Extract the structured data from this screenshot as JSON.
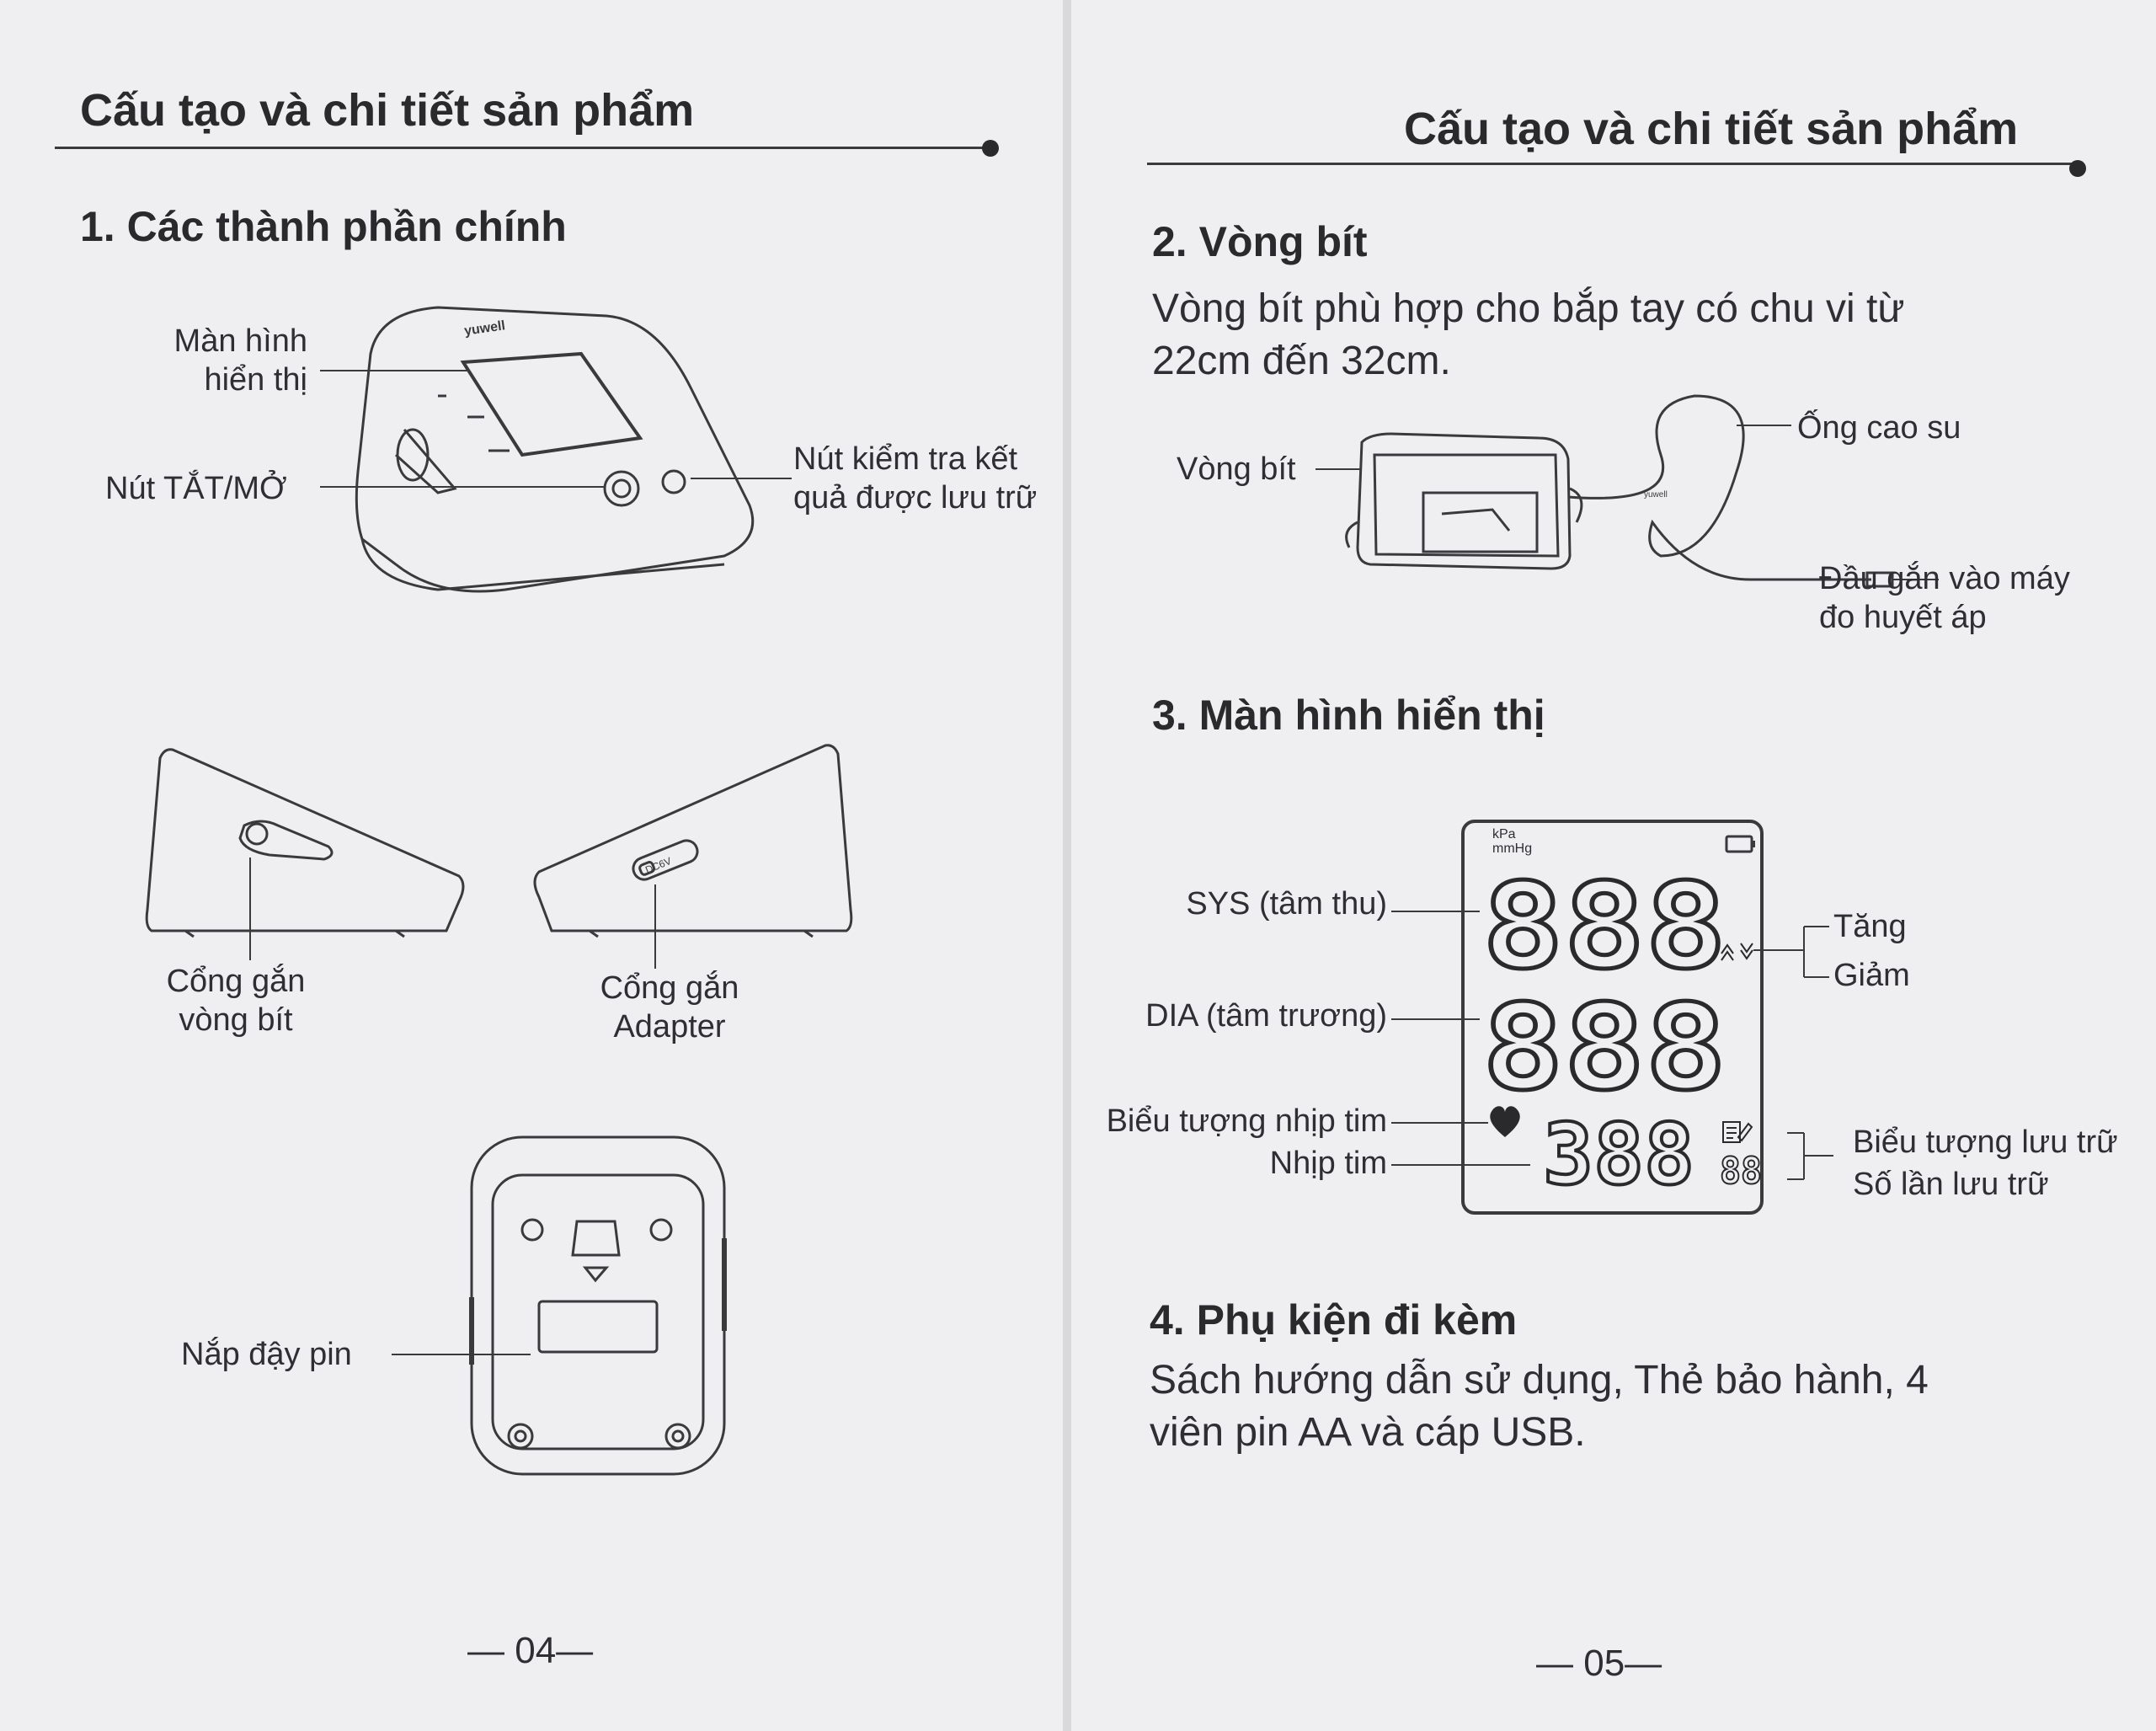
{
  "left_page": {
    "header_title": "Cấu tạo và chi tiết sản phẩm",
    "section1_title": "1. Các thành phần chính",
    "labels": {
      "display_line1": "Màn hình",
      "display_line2": "hiển thị",
      "power_button": "Nút TẮT/MỞ",
      "memory_button_line1": "Nút kiểm tra kết",
      "memory_button_line2": "quả được lưu trữ",
      "cuff_port_line1": "Cổng gắn",
      "cuff_port_line2": "vòng bít",
      "adapter_port_line1": "Cổng gắn",
      "adapter_port_line2": "Adapter",
      "battery_cover": "Nắp đậy pin"
    },
    "device_brand": "yuwell",
    "adapter_jack_text": "DC6V",
    "page_number": "— 04—"
  },
  "right_page": {
    "header_title": "Cấu tạo và chi tiết sản phẩm",
    "section2_title": "2. Vòng bít",
    "section2_text_line1": "Vòng bít phù hợp cho bắp tay có chu vi từ",
    "section2_text_line2": "22cm đến 32cm.",
    "cuff_labels": {
      "cuff": "Vòng bít",
      "rubber_tube": "Ống cao su",
      "connector_line1": "Đầu gắn vào máy",
      "connector_line2": "đo huyết áp"
    },
    "section3_title": "3. Màn hình hiển thị",
    "display_labels": {
      "sys": "SYS (tâm thu)",
      "dia": "DIA (tâm trương)",
      "heart_icon": "Biểu tượng nhịp tim",
      "pulse": "Nhịp tim",
      "increase": "Tăng",
      "decrease": "Giảm",
      "memory_icon": "Biểu tượng lưu trữ",
      "memory_count": "Số lần lưu trữ"
    },
    "lcd": {
      "units_kpa": "kPa",
      "units_mmhg": "mmHg",
      "sys_digits": "888",
      "dia_digits": "888",
      "pulse_digits": "388",
      "memory_digits": "88"
    },
    "section4_title": "4. Phụ kiện đi kèm",
    "section4_text_line1": "Sách hướng dẫn sử dụng, Thẻ bảo hành, 4",
    "section4_text_line2": "viên pin AA và cáp USB.",
    "page_number": "— 05—"
  }
}
